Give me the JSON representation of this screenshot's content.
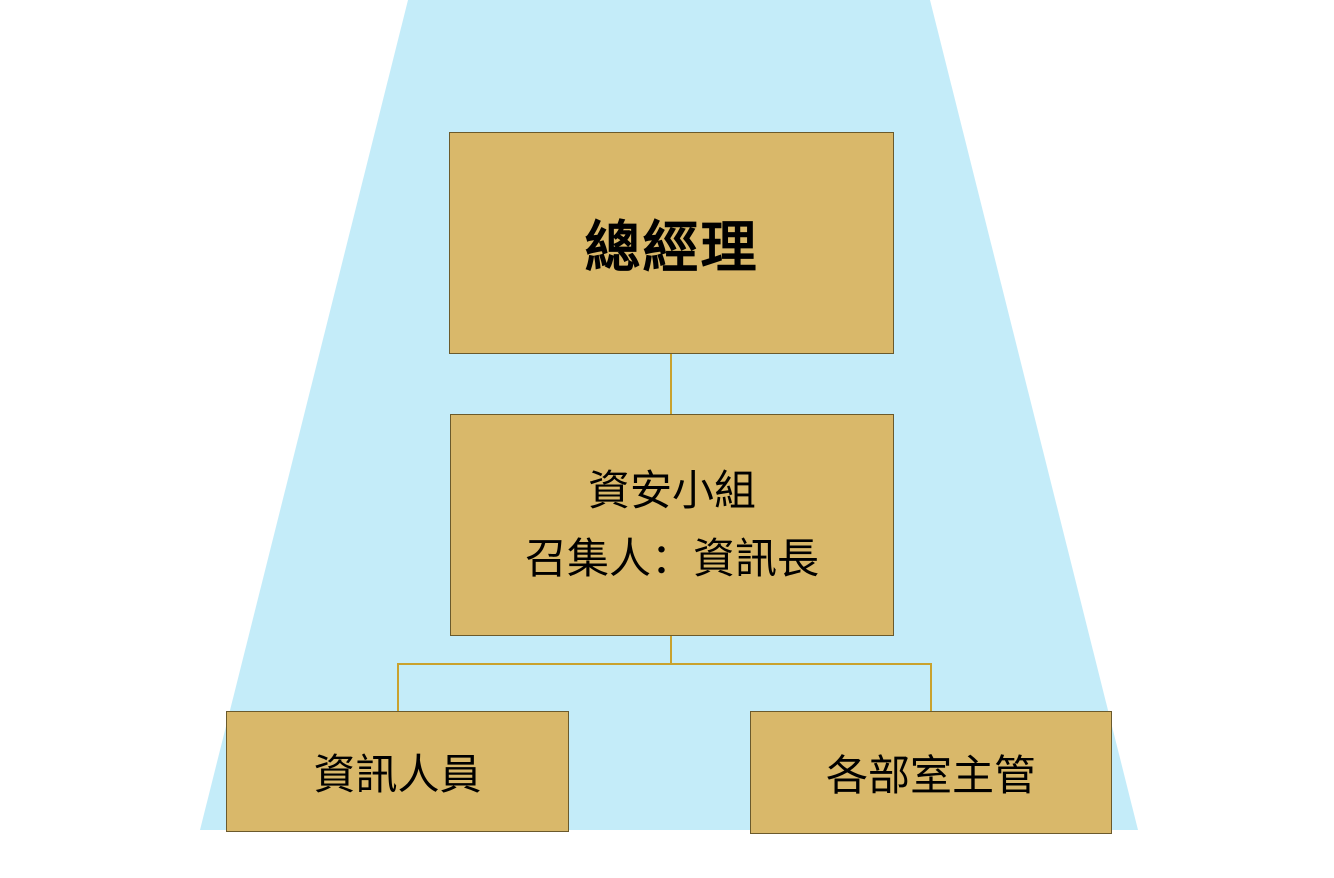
{
  "colors": {
    "background_shape": "#c4ecf9",
    "box_fill": "#d9b86a",
    "connector": "#c9a22e"
  },
  "nodes": {
    "top": {
      "label": "總經理"
    },
    "middle": {
      "line1": "資安小組",
      "line2": "召集人：資訊長"
    },
    "left": {
      "label": "資訊人員"
    },
    "right": {
      "label": "各部室主管"
    }
  }
}
